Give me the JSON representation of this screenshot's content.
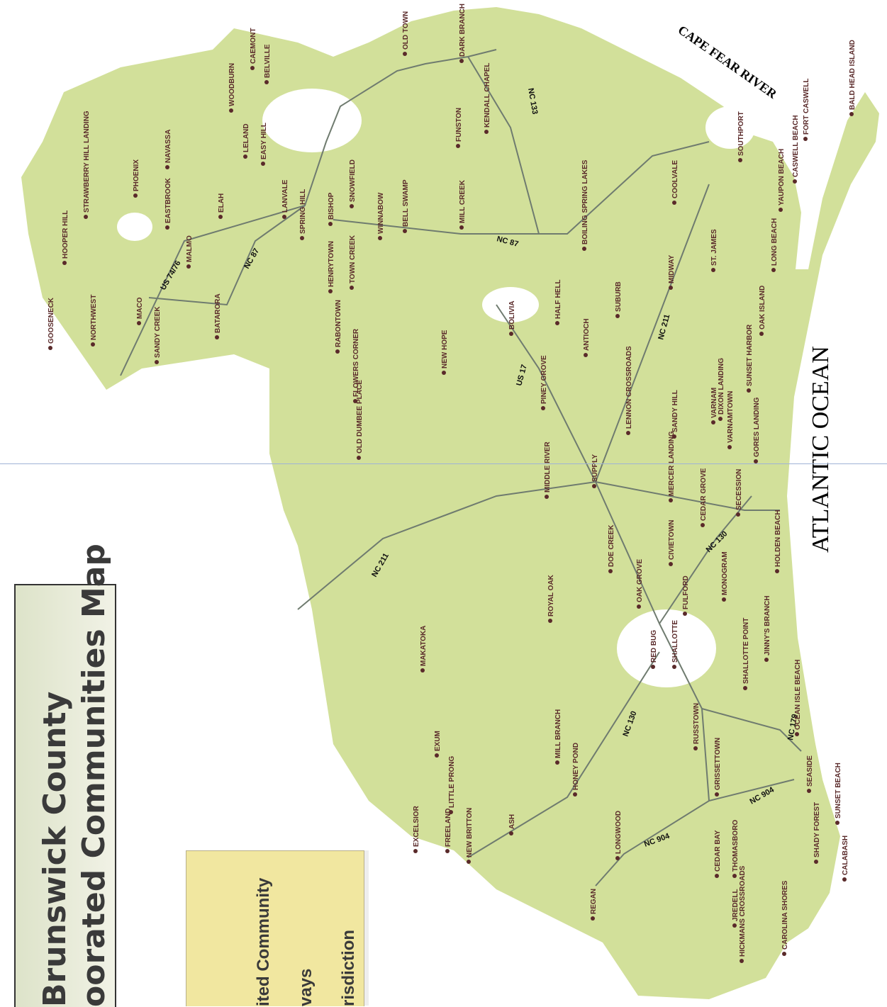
{
  "map": {
    "title_lines": [
      "Brunswick County",
      "oorated Communities Map"
    ],
    "legend_items": [
      "ited Community",
      "vays",
      "risdiction"
    ],
    "ocean_label": "ATLANTIC OCEAN",
    "river_label": "CAPE FEAR RIVER",
    "colors": {
      "land": "#d2e09a",
      "road": "#6f7b6f",
      "label": "#5a2a2a",
      "bg": "#ffffff"
    },
    "roads": [
      "US 74/76",
      "NC 87",
      "NC 211",
      "US 17",
      "NC 130",
      "NC 904",
      "NC 179",
      "NC 133"
    ],
    "community_labels": [
      "GOOSENECK",
      "HOOPER HILL",
      "STRAWBERRY HILL LANDING",
      "PHOENIX",
      "NAVASSA",
      "EASTBROOK",
      "ELAH",
      "NORTHWEST",
      "SANDY CREEK",
      "MACO",
      "MALMO",
      "BATARORA",
      "LANVALE",
      "SPRING HILL",
      "LELAND",
      "EASY HILL",
      "WOODBURN",
      "BELVILLE",
      "BISHOP",
      "SNOWFIELD",
      "HENRYTOWN",
      "TOWN CREEK",
      "WINNABOW",
      "BELL SWAMP",
      "RABONTOWN",
      "FLOWERS CORNER",
      "OLD DUMBEE PLACE",
      "NEW HOPE",
      "OLD TOWN",
      "DARK BRANCH",
      "KENDALL CHAPEL",
      "FUNSTON",
      "MILL CREEK",
      "BOLIVIA",
      "HALF HELL",
      "PINEY GROVE",
      "ANTIOCH",
      "SUBURB",
      "BOILING SPRING LAKES",
      "LENNON CROSSROADS",
      "MIDWAY",
      "COOLVALE",
      "SOUTHPORT",
      "ST. JAMES",
      "LONG BEACH",
      "YAUPON BEACH",
      "CASWELL BEACH",
      "FORT CASWELL",
      "BALD HEAD ISLAND",
      "OAK ISLAND",
      "SUNSET HARBOR",
      "DIXON LANDING",
      "VARNAM",
      "VARNAMTOWN",
      "SANDY HILL",
      "GORES LANDING",
      "MIDDLE RIVER",
      "SUPPLY",
      "MERCER LANDING",
      "CEDAR GROVE",
      "SECESSION",
      "CIVIETOWN",
      "HOLDEN BEACH",
      "ROYAL OAK",
      "DOE CREEK",
      "OAK GROVE",
      "FULFORD",
      "MONOGRAM",
      "MAKATOKA",
      "RED BUG",
      "SHALLOTTE",
      "JINNY'S BRANCH",
      "SHALLOTTE POINT",
      "OCEAN ISLE BEACH",
      "EXUM",
      "LITTLE PRONG",
      "MILL BRANCH",
      "HONEY POND",
      "RUSSTOWN",
      "GRISSETTOWN",
      "EXCELSIOR",
      "FREELAND",
      "NEW BRITTON",
      "ASH",
      "LONGWOOD",
      "SEASIDE",
      "SUNSET BEACH",
      "SHADY FOREST",
      "THOMASBORO",
      "CEDAR BAY",
      "CALABASH",
      "REGAN",
      "JREDELL",
      "HICKMANS CROSSROADS",
      "CAROLINA SHORES",
      "CAEMONT"
    ]
  }
}
